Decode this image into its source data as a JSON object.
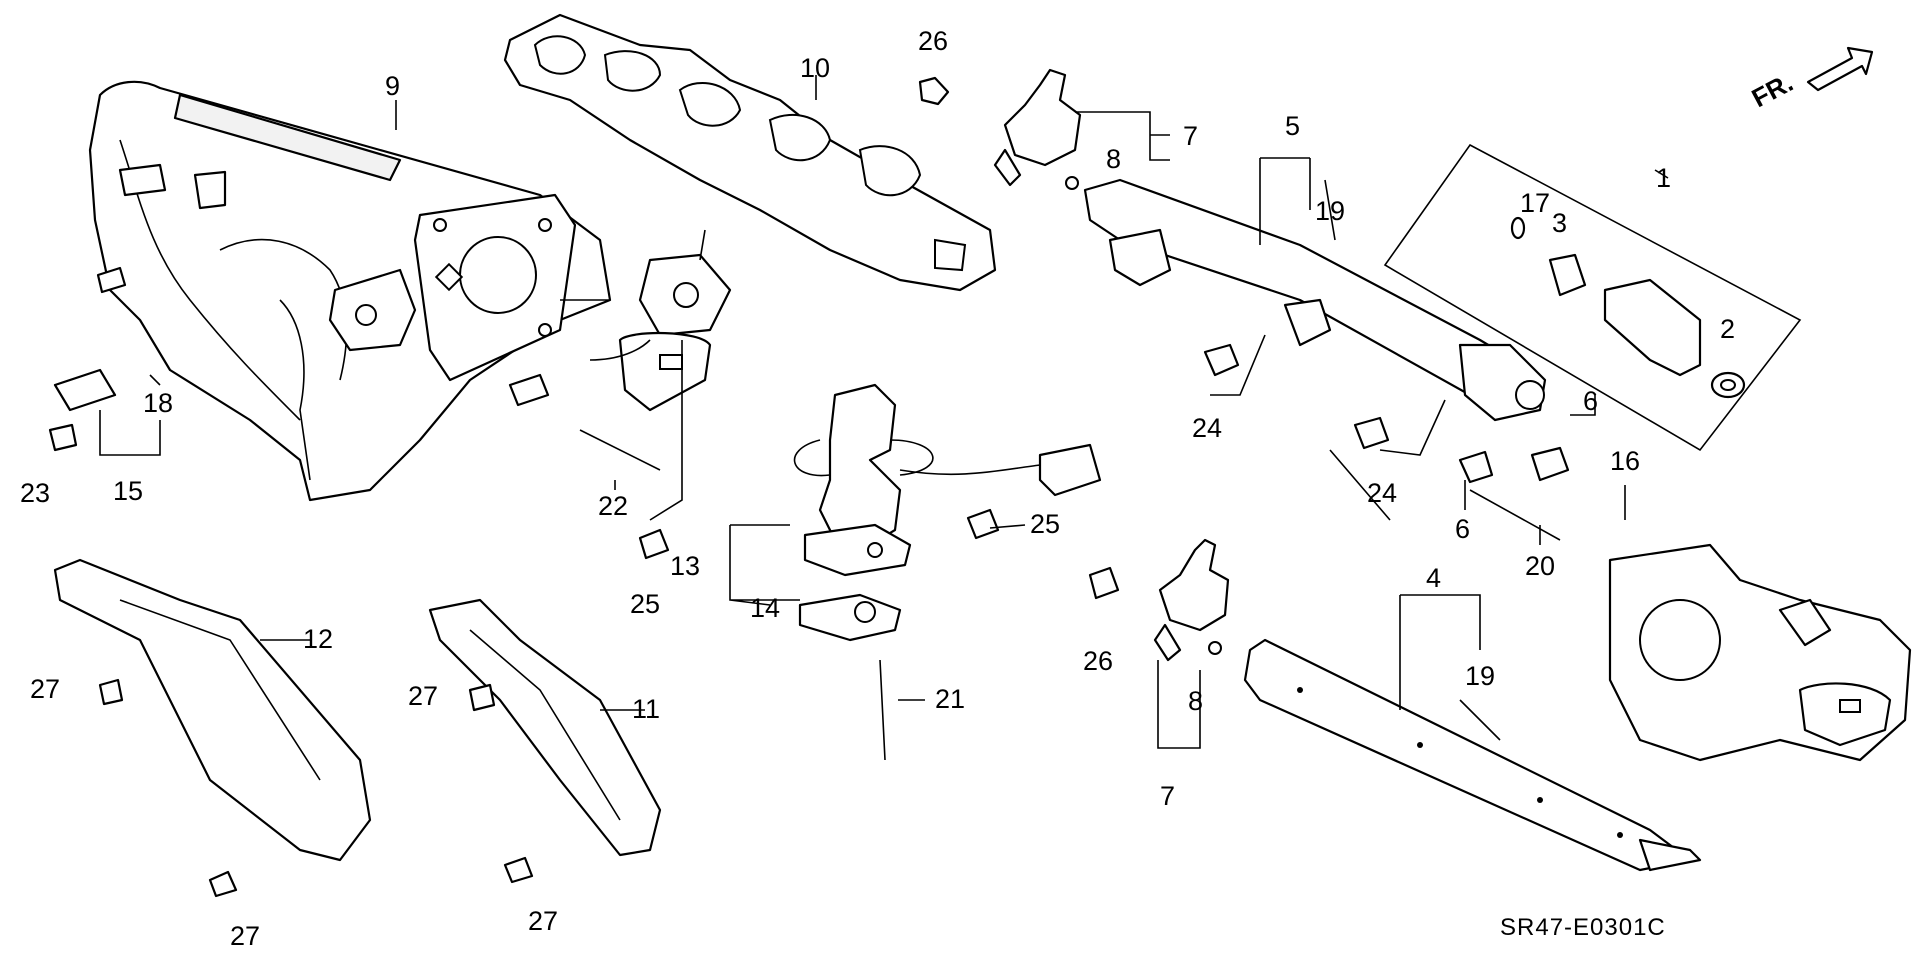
{
  "diagram": {
    "orientation_label": "FR.",
    "drawing_code": "SR47-E0301C",
    "callouts": [
      {
        "id": "c1",
        "label": "1"
      },
      {
        "id": "c2",
        "label": "2"
      },
      {
        "id": "c3",
        "label": "3"
      },
      {
        "id": "c4",
        "label": "4"
      },
      {
        "id": "c5",
        "label": "5"
      },
      {
        "id": "c6a",
        "label": "6"
      },
      {
        "id": "c6b",
        "label": "6"
      },
      {
        "id": "c7a",
        "label": "7"
      },
      {
        "id": "c7b",
        "label": "7"
      },
      {
        "id": "c8a",
        "label": "8"
      },
      {
        "id": "c8b",
        "label": "8"
      },
      {
        "id": "c9",
        "label": "9"
      },
      {
        "id": "c10",
        "label": "10"
      },
      {
        "id": "c11",
        "label": "11"
      },
      {
        "id": "c12",
        "label": "12"
      },
      {
        "id": "c13",
        "label": "13"
      },
      {
        "id": "c14",
        "label": "14"
      },
      {
        "id": "c15",
        "label": "15"
      },
      {
        "id": "c16",
        "label": "16"
      },
      {
        "id": "c17",
        "label": "17"
      },
      {
        "id": "c18",
        "label": "18"
      },
      {
        "id": "c19a",
        "label": "19"
      },
      {
        "id": "c19b",
        "label": "19"
      },
      {
        "id": "c20",
        "label": "20"
      },
      {
        "id": "c21",
        "label": "21"
      },
      {
        "id": "c22",
        "label": "22"
      },
      {
        "id": "c23",
        "label": "23"
      },
      {
        "id": "c24a",
        "label": "24"
      },
      {
        "id": "c24b",
        "label": "24"
      },
      {
        "id": "c25a",
        "label": "25"
      },
      {
        "id": "c25b",
        "label": "25"
      },
      {
        "id": "c26a",
        "label": "26"
      },
      {
        "id": "c26b",
        "label": "26"
      },
      {
        "id": "c27a",
        "label": "27"
      },
      {
        "id": "c27b",
        "label": "27"
      },
      {
        "id": "c27c",
        "label": "27"
      },
      {
        "id": "c27d",
        "label": "27"
      }
    ]
  }
}
